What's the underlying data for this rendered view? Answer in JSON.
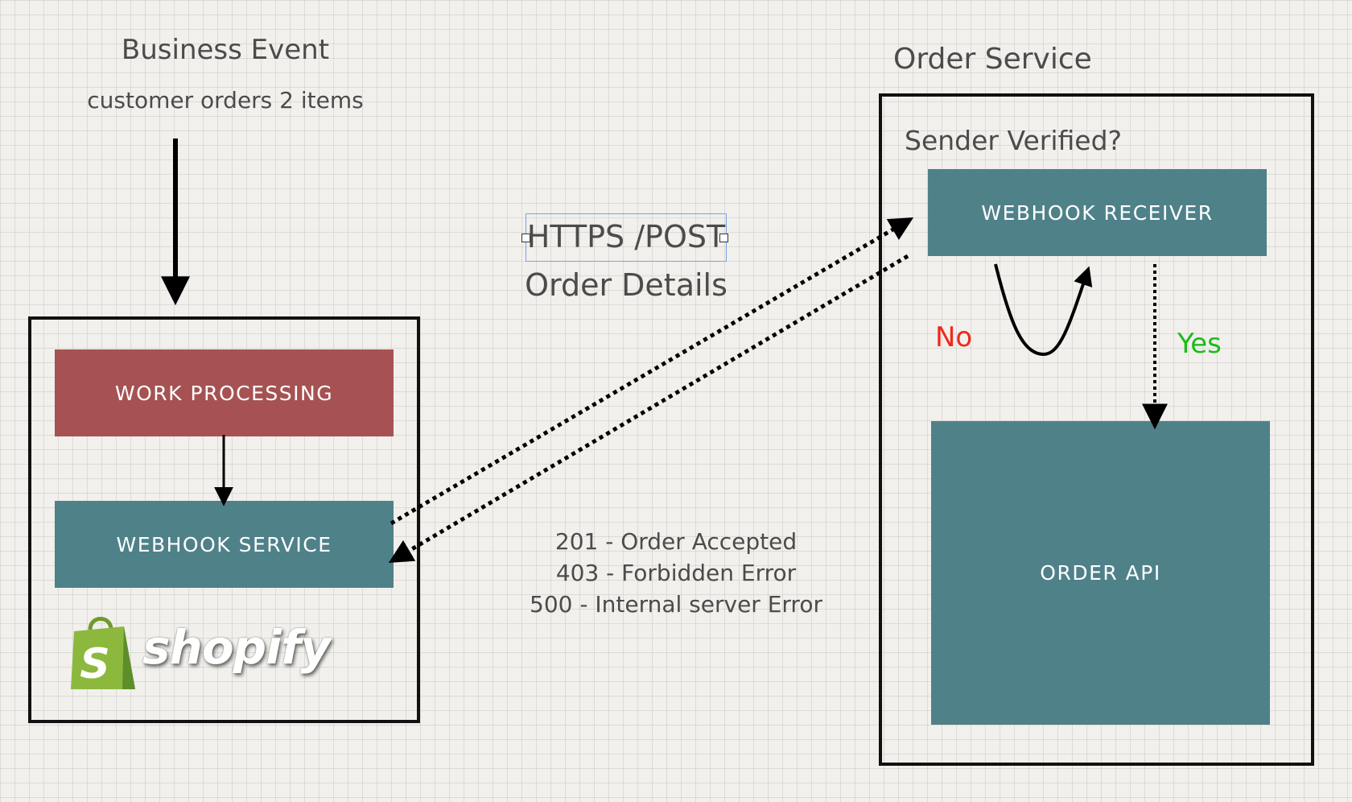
{
  "left": {
    "heading": "Business Event",
    "subheading": "customer orders 2 items",
    "work_processing": "WORK PROCESSING",
    "webhook_service": "WEBHOOK SERVICE",
    "logo_text": "shopify",
    "logo_letter": "S"
  },
  "middle": {
    "request_method": "HTTPS /POST",
    "request_body": "Order Details",
    "responses": [
      "201  - Order Accepted",
      "403 - Forbidden Error",
      "500 - Internal server Error"
    ]
  },
  "right": {
    "heading": "Order Service",
    "question": "Sender Verified?",
    "webhook_receiver": "WEBHOOK RECEIVER",
    "no_label": "No",
    "yes_label": "Yes",
    "order_api": "ORDER API"
  },
  "colors": {
    "teal": "#4f8189",
    "red": "#a65252",
    "no": "#ee2a1b",
    "yes": "#1dbb1d",
    "shopify_green": "#8cb83e"
  }
}
